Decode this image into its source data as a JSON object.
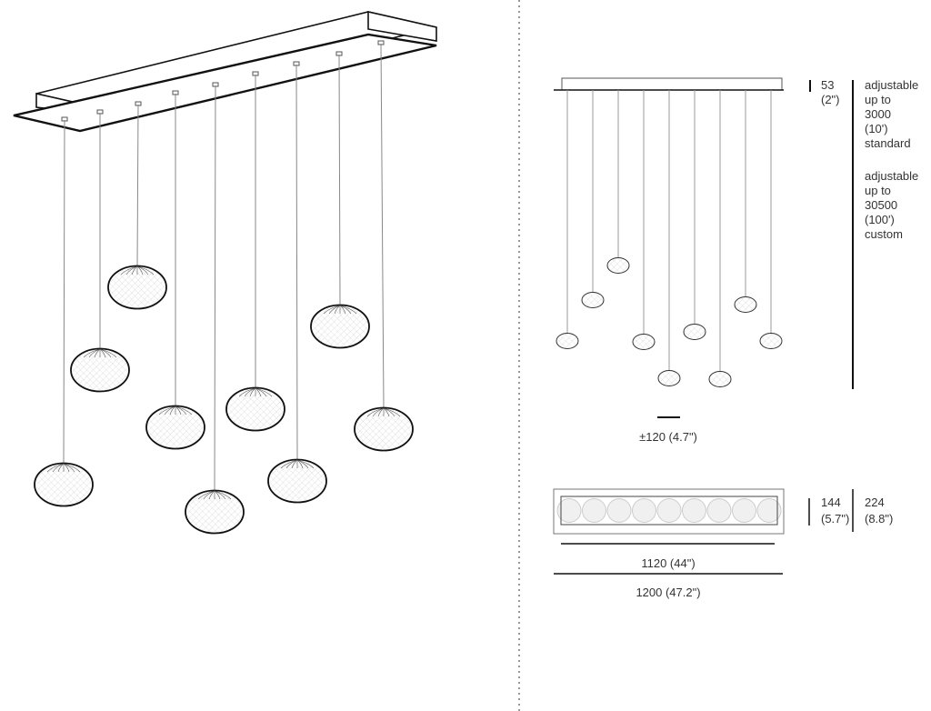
{
  "drawing": {
    "pendant_count": 9,
    "height_label": {
      "mm": "53",
      "inch": "(2\")"
    },
    "adjustable_standard": [
      "adjustable",
      "up to",
      "3000",
      "(10')",
      "standard"
    ],
    "adjustable_custom": [
      "adjustable",
      "up to",
      "30500",
      "(100')",
      "custom"
    ],
    "tolerance_label": "±120 (4.7\")",
    "inner_length_label": "1120 (44\")",
    "outer_length_label": "1200 (47.2\")",
    "inner_width_label": {
      "mm": "144",
      "inch": "(5.7\")"
    },
    "outer_width_label": {
      "mm": "224",
      "inch": "(8.8\")"
    }
  }
}
